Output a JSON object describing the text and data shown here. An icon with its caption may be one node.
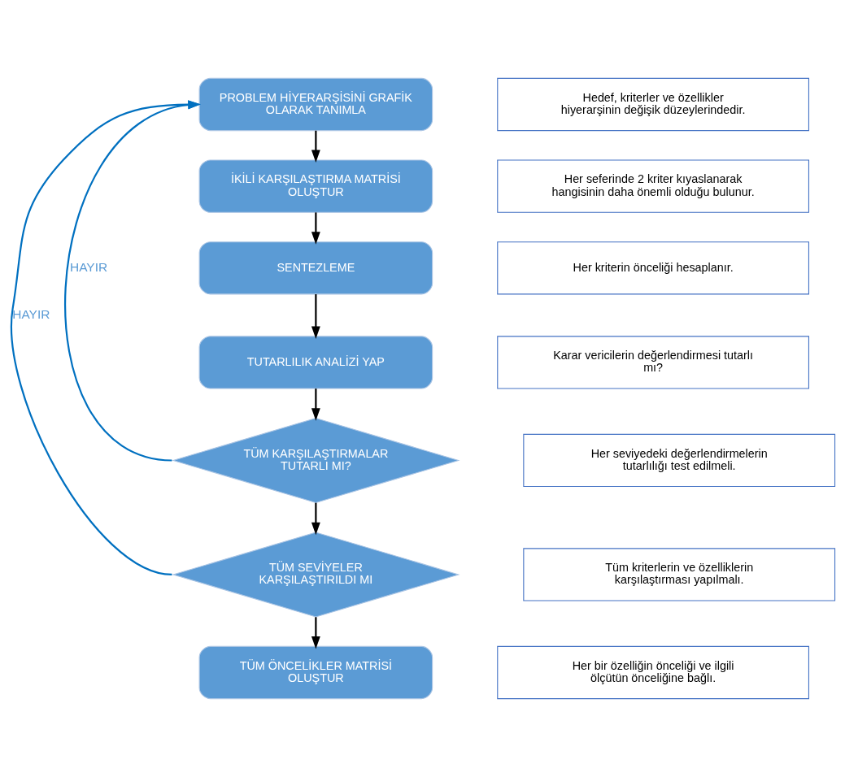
{
  "diagram": {
    "nodes": [
      {
        "text": [
          "PROBLEM HİYERARŞİSİNİ GRAFİK OLARAK TANIMLA"
        ]
      },
      {
        "text": [
          "İKİLİ KARŞILAŞTIRMA MATRİSİ OLUŞTUR"
        ]
      },
      {
        "text": [
          "SENTEZLEME"
        ]
      },
      {
        "text": [
          "TUTARLILIK ANALİZİ YAP"
        ]
      },
      {
        "text": [
          "TÜM KARŞILAŞTIRMALAR TUTARLI MI?"
        ]
      },
      {
        "text": [
          "TÜM SEVİYELER KARŞILAŞTIRILDI MI"
        ]
      },
      {
        "text": [
          "TÜM ÖNCELİKLER MATRİSİ OLUŞTUR"
        ]
      },
      {
        "text": [
          "Hedef, kriterler ve özellikler hiyerarşinin değişik düzeylerindedir."
        ]
      },
      {
        "text": [
          "Her seferinde 2 kriter kıyaslanarak hangisinin daha önemli olduğu bulunur."
        ]
      },
      {
        "text": [
          "Her kriterin önceliği hesaplanır."
        ]
      },
      {
        "text": [
          "Karar vericilerin değerlendirmesi tutarlı mı?"
        ]
      },
      {
        "text": [
          "Her seviyedeki değerlendirmelerin tutarlılığı test edilmeli."
        ]
      },
      {
        "text": [
          "Tüm kriterlerin ve özelliklerin karşılaştırması yapılmalı."
        ]
      },
      {
        "text": [
          "Her bir özelliğin önceliği ve ilgili ölçütün önceliğine bağlı."
        ]
      }
    ],
    "edges": [
      {
        "from": 0,
        "to": 1,
        "arrow": "to"
      },
      {
        "from": 1,
        "to": 2,
        "arrow": "to"
      },
      {
        "from": 2,
        "to": 3,
        "arrow": "to"
      },
      {
        "from": 3,
        "to": 4,
        "arrow": "to"
      },
      {
        "from": 4,
        "to": 5,
        "arrow": "to"
      },
      {
        "from": 5,
        "to": 6,
        "arrow": "to"
      },
      {
        "from": 4,
        "to": 0,
        "arrow": "to",
        "label": "HAYIR",
        "color": "#0070c0"
      },
      {
        "from": 5,
        "to": 0,
        "arrow": "to",
        "label": "HAYIR",
        "color": "#0070c0"
      }
    ]
  }
}
